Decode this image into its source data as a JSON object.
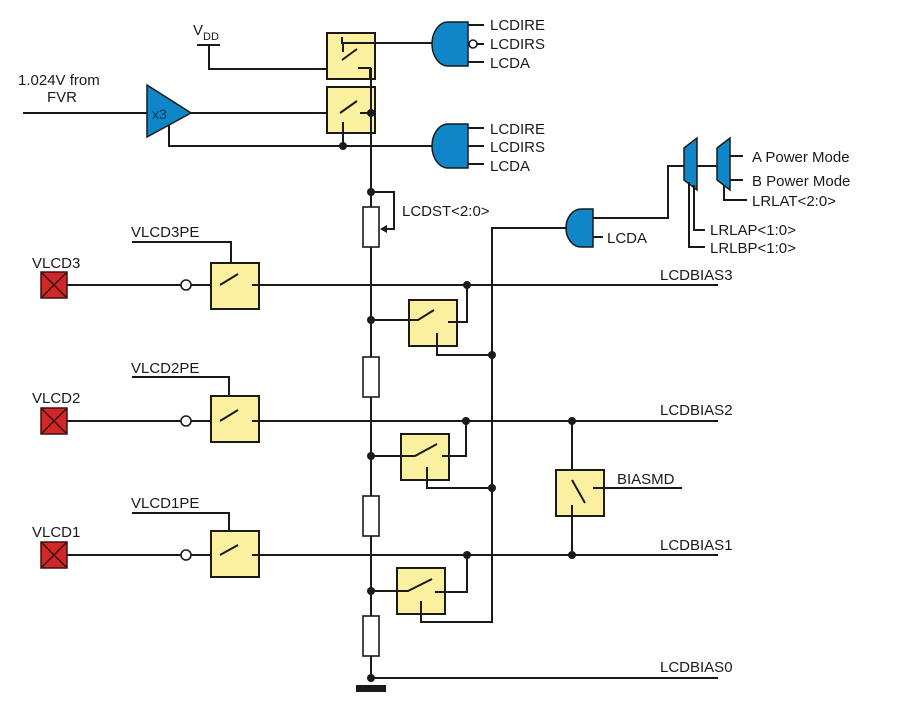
{
  "supply": {
    "label_main": "V",
    "label_sub": "DD"
  },
  "reference": {
    "line1": "1.024V from",
    "line2": "FVR",
    "amp_gain": "x3"
  },
  "gate_top": {
    "inputs": [
      "LCDIRE",
      "LCDIRS",
      "LCDA"
    ],
    "inverted_input": "LCDIRS"
  },
  "gate_mid": {
    "inputs": [
      "LCDIRE",
      "LCDIRS",
      "LCDA"
    ]
  },
  "gate_lcda": {
    "input": "LCDA"
  },
  "mux": {
    "inputs": [
      "A Power Mode",
      "B Power Mode"
    ],
    "select_outer": "LRLAT<2:0>",
    "select_a": "LRLAP<1:0>",
    "select_b": "LRLBP<1:0>"
  },
  "contrast": {
    "label": "LCDST<2:0>"
  },
  "pins": [
    {
      "name": "VLCD3",
      "enable": "VLCD3PE"
    },
    {
      "name": "VLCD2",
      "enable": "VLCD2PE"
    },
    {
      "name": "VLCD1",
      "enable": "VLCD1PE"
    }
  ],
  "bias_lines": [
    "LCDBIAS3",
    "LCDBIAS2",
    "LCDBIAS1",
    "LCDBIAS0"
  ],
  "biasmd": {
    "label": "BIASMD"
  },
  "colors": {
    "switch_fill": "#faf0a0",
    "gate_fill": "#0e86c8",
    "pin_fill": "#d02828",
    "wire": "#1a1a1a"
  }
}
